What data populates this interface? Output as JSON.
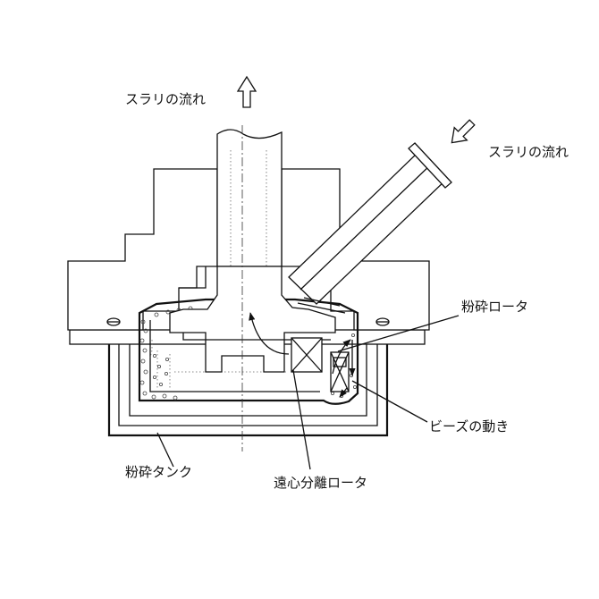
{
  "labels": {
    "slurry_flow_out": "スラリの流れ",
    "slurry_flow_in": "スラリの流れ",
    "grinding_rotor": "粉砕ロータ",
    "bead_motion": "ビーズの動き",
    "grinding_tank": "粉砕タンク",
    "centrifugal_rotor": "遠心分離ロータ"
  }
}
